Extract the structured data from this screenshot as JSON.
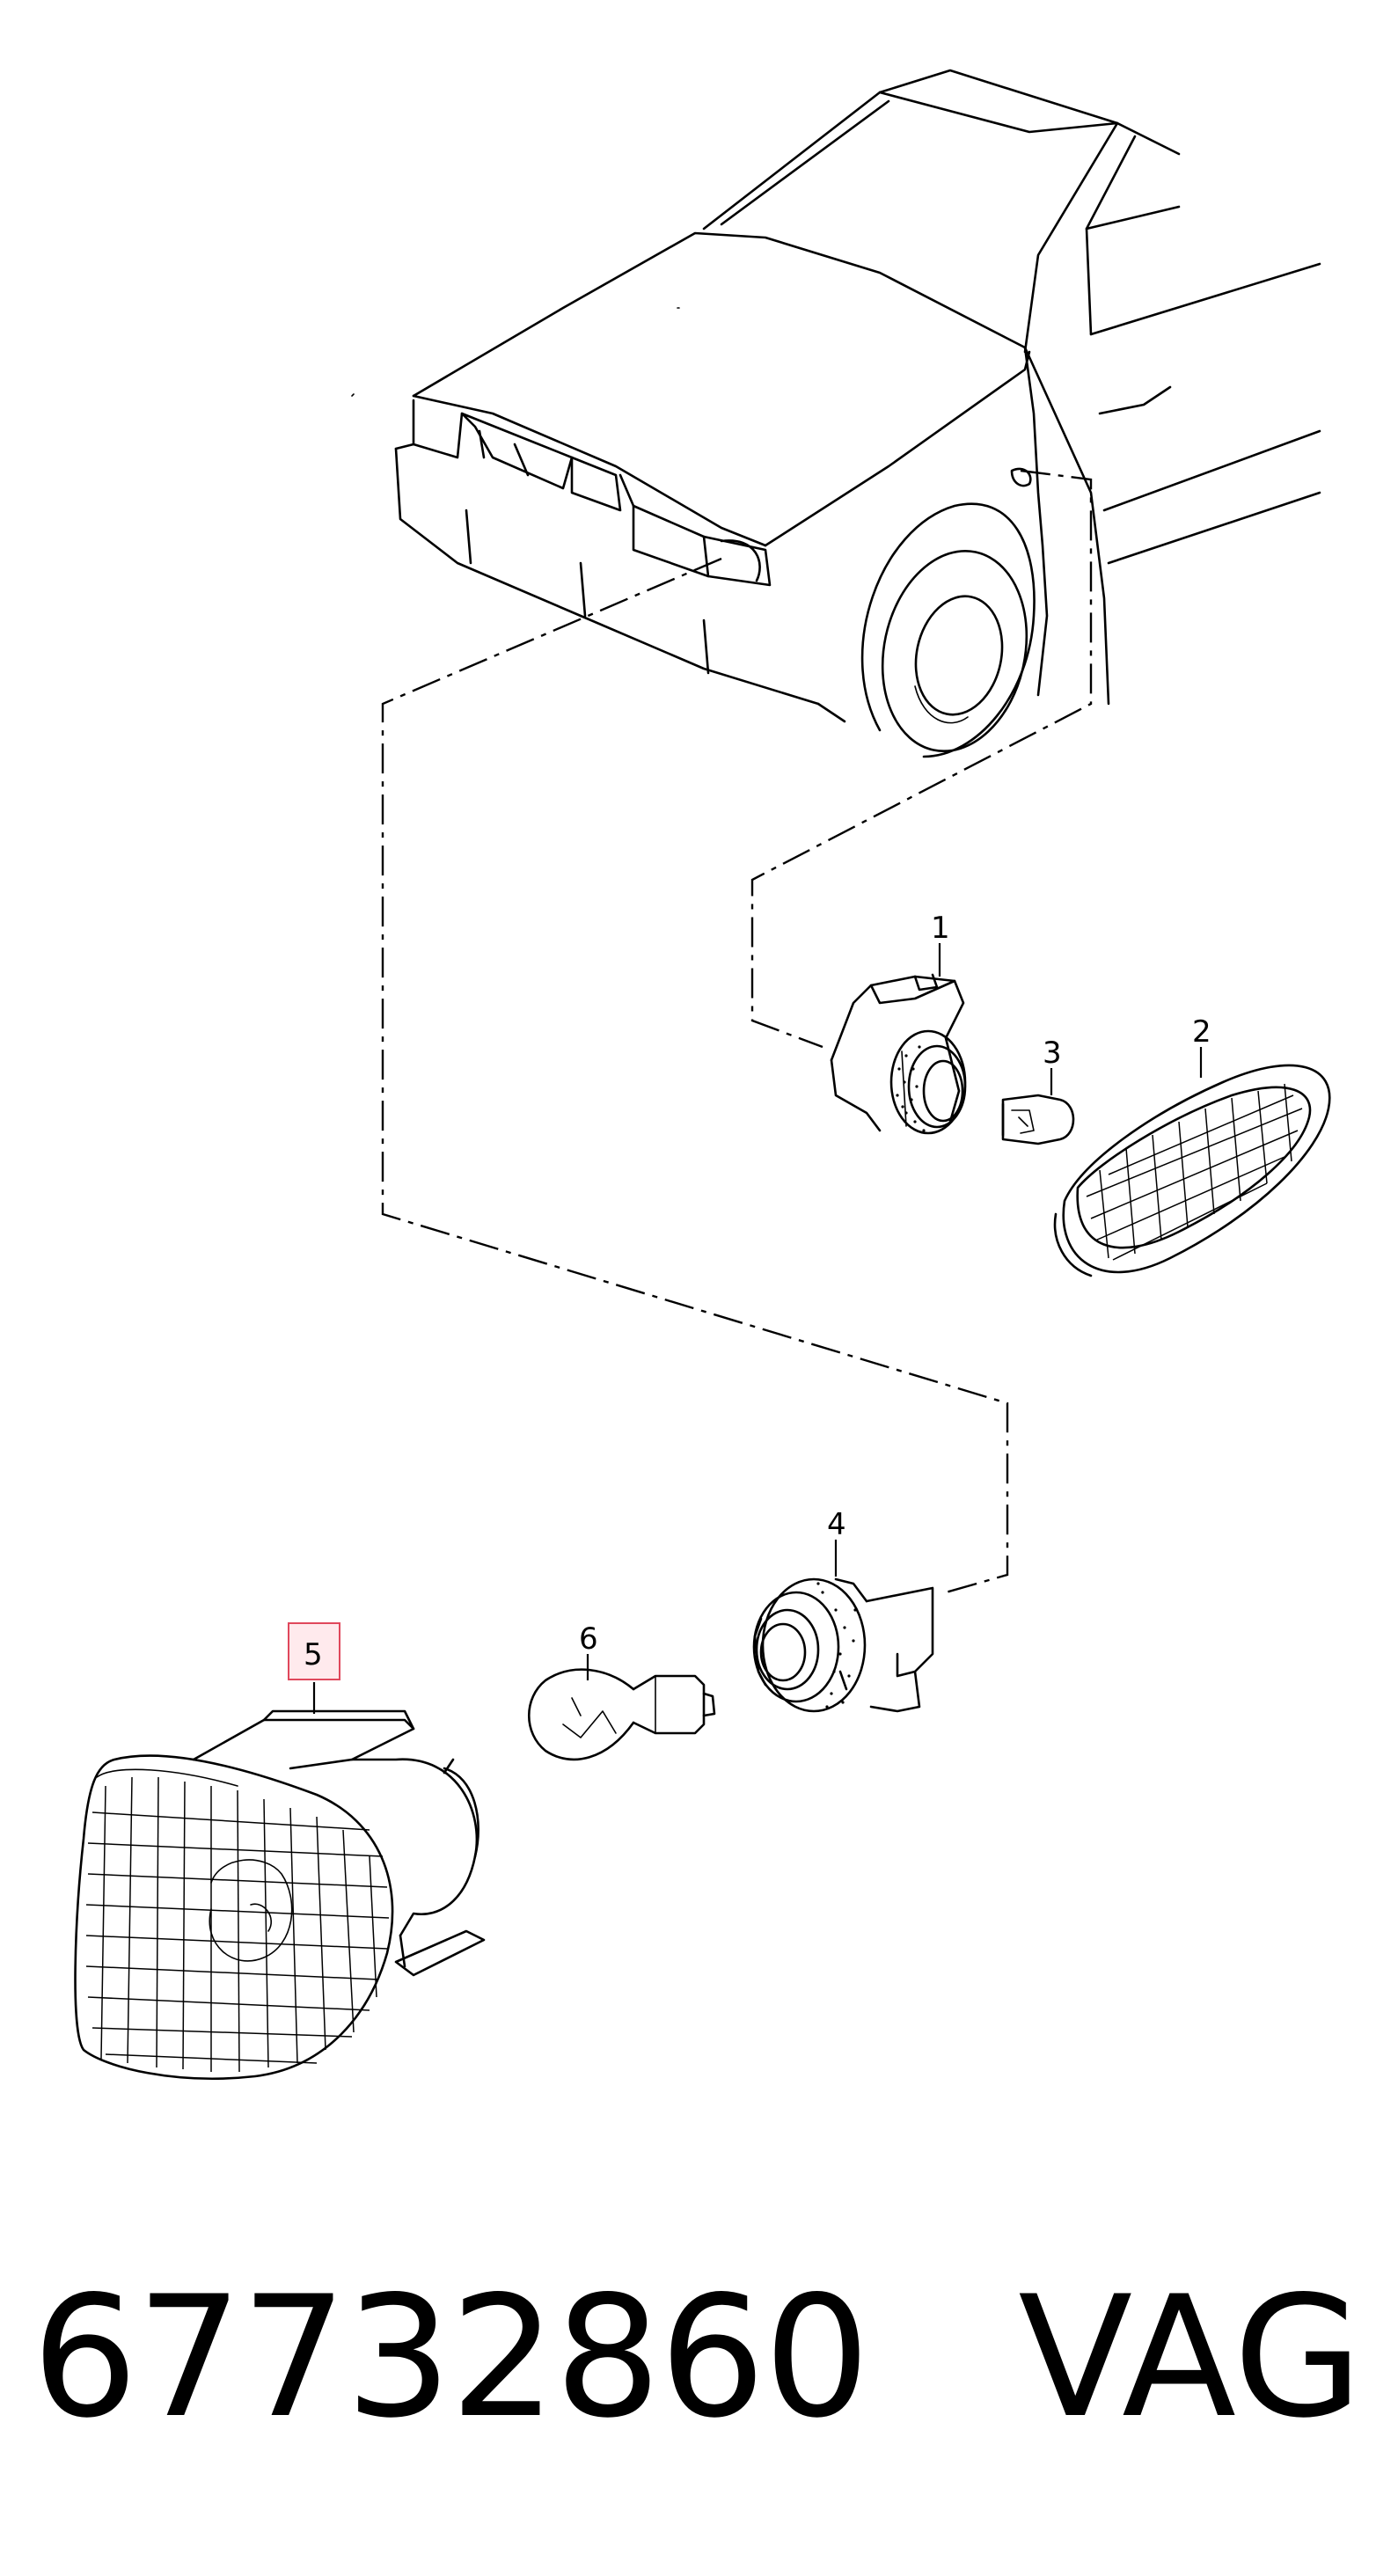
{
  "callouts": {
    "c1": "1",
    "c2": "2",
    "c3": "3",
    "c4": "4",
    "c5": "5",
    "c6": "6"
  },
  "highlighted_callout": "5",
  "footer": {
    "part_number": "67732860",
    "brand": "VAG"
  }
}
